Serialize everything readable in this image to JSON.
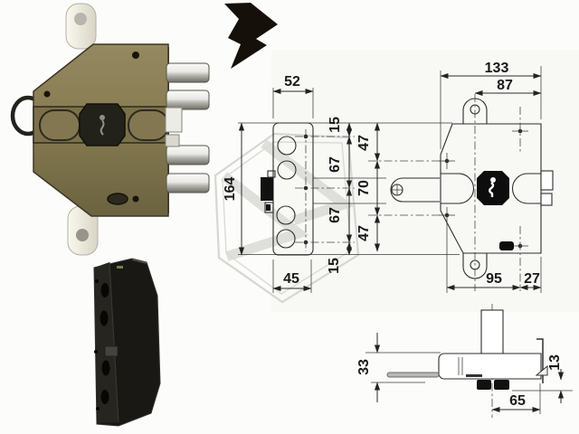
{
  "figure": {
    "title": "lock technical drawing sheet",
    "background": "#fcfcfa",
    "line_color": "#2b2b2b",
    "text_color": "#191919",
    "watermark_color": "#d8d8d4",
    "logo": {
      "icon": "lightning-bolt-icon",
      "color": "#16100a"
    },
    "photo_front": {
      "body_color": "#897d53",
      "band_color": "#7b7049",
      "cover_color": "#23221a",
      "tab_color": "#f1efe3",
      "bolt_color": "#eaeae6"
    },
    "photo_edge": {
      "body_color": "#191815",
      "plate_color": "#26251f"
    },
    "views": {
      "side": {
        "dim_width_top": "52",
        "dim_height": "164",
        "dim_width_bottom": "45",
        "dim_right": [
          "15",
          "67",
          "67",
          "15"
        ]
      },
      "front": {
        "dim_width_total": "133",
        "dim_width_to_center": "87",
        "dim_left": [
          "47",
          "70",
          "47"
        ],
        "dim_bottom_main": "95",
        "dim_bottom_right": "27"
      },
      "plan": {
        "dim_depth": "33",
        "dim_lip": "13",
        "dim_center_to_edge": "65"
      }
    }
  }
}
